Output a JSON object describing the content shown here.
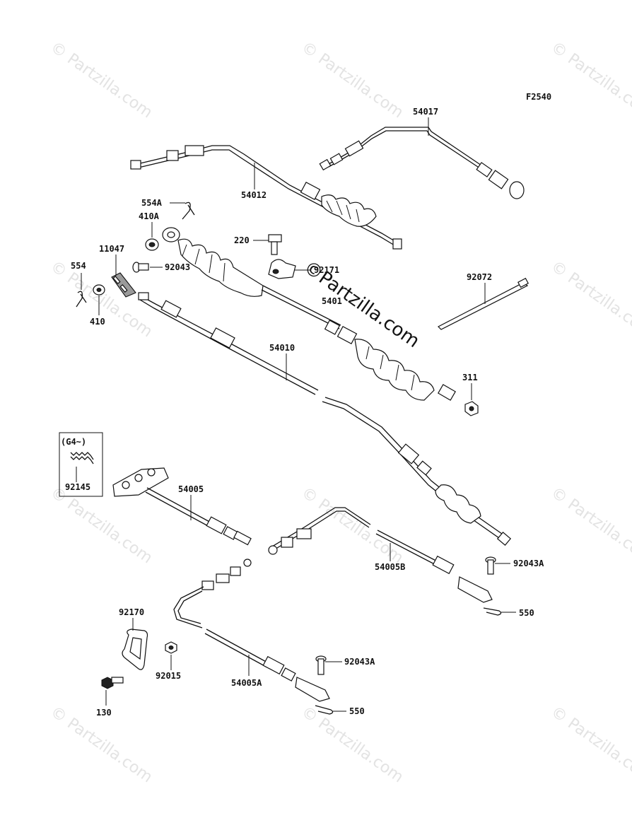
{
  "diagram": {
    "figure_code": "F2540",
    "watermark_text": "© Partzilla.com",
    "center_watermark": "©Partzilla.com",
    "variant_note": "(G4~)"
  },
  "labels": {
    "p54017": "54017",
    "p54012": "54012",
    "p554A": "554A",
    "p410A": "410A",
    "p220": "220",
    "p11047": "11047",
    "p92043": "92043",
    "p92171": "92171",
    "p554": "554",
    "p410": "410",
    "p5401X": "5401",
    "p92072": "92072",
    "p54010": "54010",
    "p311": "311",
    "p92145": "92145",
    "p54005": "54005",
    "p54005B": "54005B",
    "p92043A_1": "92043A",
    "p550_1": "550",
    "p92170": "92170",
    "p92015": "92015",
    "p130": "130",
    "p54005A": "54005A",
    "p92043A_2": "92043A",
    "p550_2": "550"
  }
}
